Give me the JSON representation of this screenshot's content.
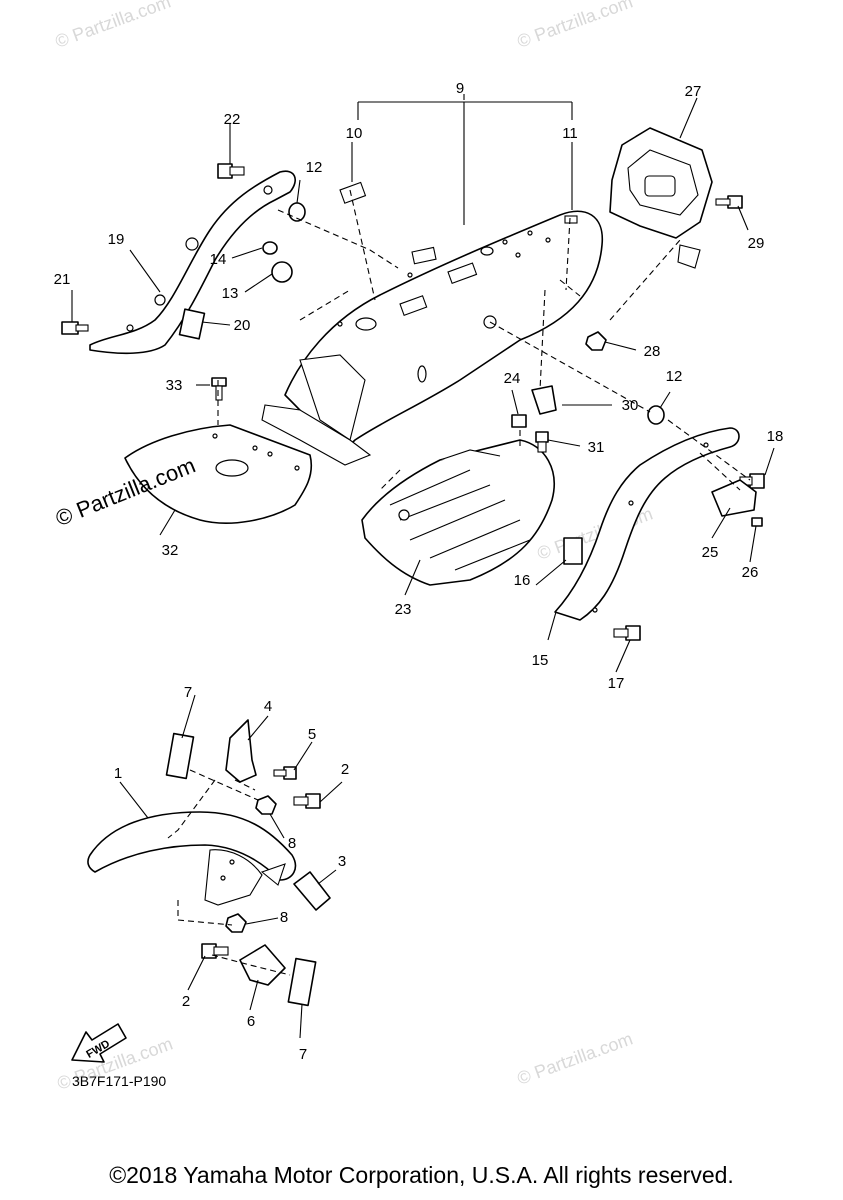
{
  "watermark": "© Partzilla.com",
  "diagram_code": "3B7F171-P190",
  "fwd_label": "FWD",
  "copyright": "©2018 Yamaha Motor Corporation, U.S.A. All rights reserved.",
  "callouts": [
    "1",
    "2",
    "2",
    "3",
    "4",
    "5",
    "6",
    "7",
    "7",
    "8",
    "8",
    "9",
    "10",
    "11",
    "12",
    "12",
    "13",
    "14",
    "15",
    "16",
    "17",
    "18",
    "19",
    "20",
    "21",
    "22",
    "23",
    "24",
    "25",
    "26",
    "27",
    "28",
    "29",
    "30",
    "31",
    "32",
    "33"
  ]
}
